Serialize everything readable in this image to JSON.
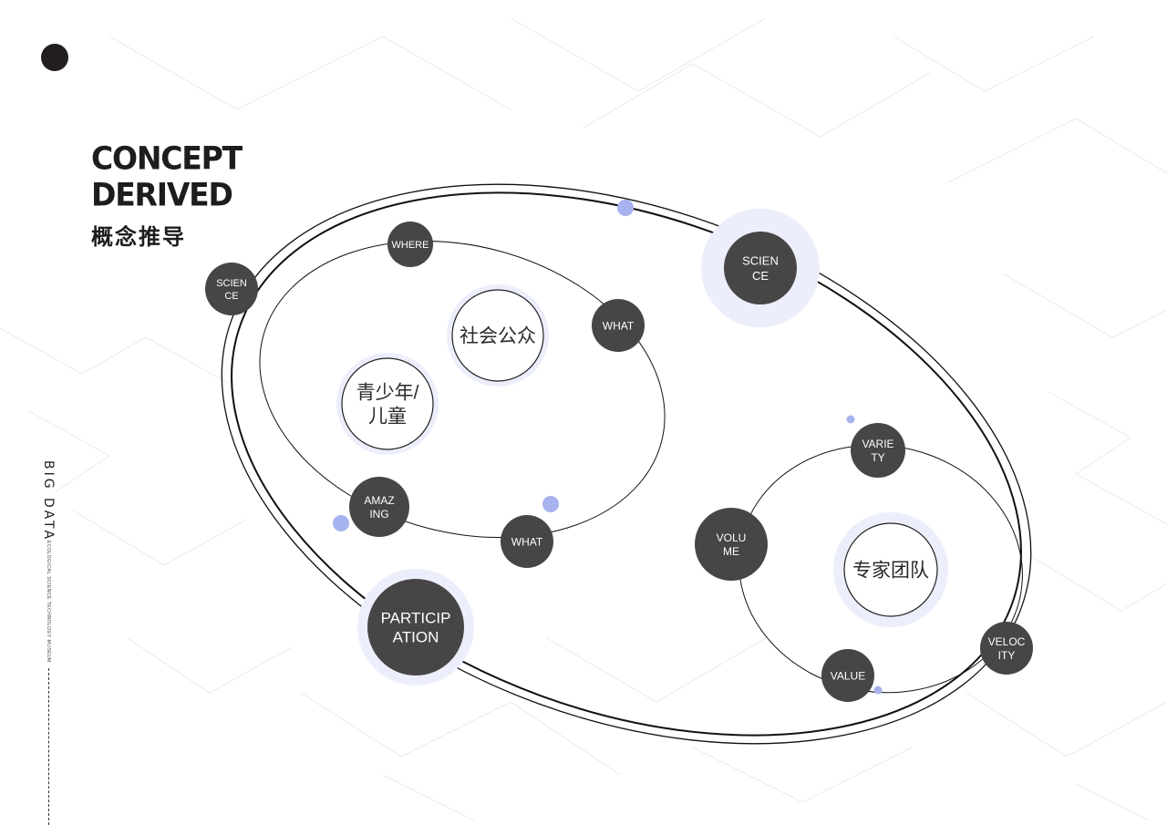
{
  "header": {
    "title_line1": "CONCEPT",
    "title_line2": "DERIVED",
    "subtitle": "概念推导"
  },
  "side": {
    "title": "BIG DATA",
    "caption": "ECOLOGICAL SCIENCE TECHNOLOGY MUSEUM"
  },
  "colors": {
    "dark_node": "#474545",
    "accent_dot": "#a6b3ef",
    "halo": "#eceefb",
    "line": "#111111"
  },
  "diagram": {
    "dark_nodes": [
      {
        "id": "science-left",
        "lines": [
          "SCIEN",
          "CE"
        ]
      },
      {
        "id": "where",
        "lines": [
          "WHERE"
        ]
      },
      {
        "id": "what-top",
        "lines": [
          "WHAT"
        ]
      },
      {
        "id": "amazing",
        "lines": [
          "AMAZ",
          "ING"
        ]
      },
      {
        "id": "what-bottom",
        "lines": [
          "WHAT"
        ]
      },
      {
        "id": "science-top",
        "lines": [
          "SCIEN",
          "CE"
        ]
      },
      {
        "id": "participation",
        "lines": [
          "PARTICIP",
          "ATION"
        ]
      },
      {
        "id": "variety",
        "lines": [
          "VARIE",
          "TY"
        ]
      },
      {
        "id": "volume",
        "lines": [
          "VOLU",
          "ME"
        ]
      },
      {
        "id": "value",
        "lines": [
          "VALUE"
        ]
      },
      {
        "id": "velocity",
        "lines": [
          "VELOC",
          "ITY"
        ]
      }
    ],
    "light_nodes": [
      {
        "id": "public",
        "lines": [
          "社会公众"
        ]
      },
      {
        "id": "youth",
        "lines": [
          "青少年/",
          "儿童"
        ]
      },
      {
        "id": "experts",
        "lines": [
          "专家团队"
        ]
      }
    ]
  }
}
